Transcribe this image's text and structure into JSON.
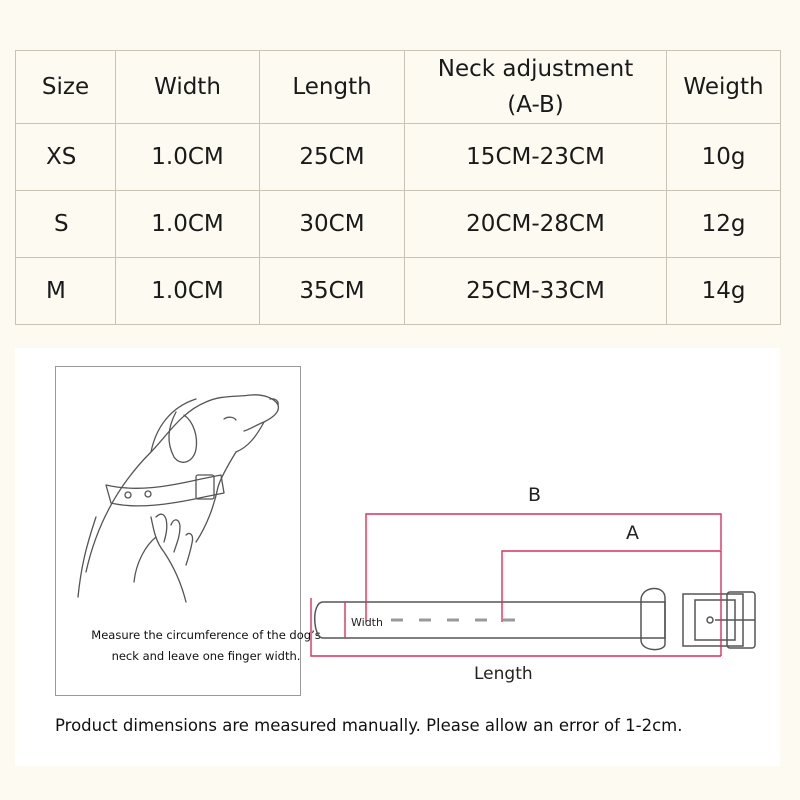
{
  "table": {
    "headers": {
      "size": "Size",
      "width": "Width",
      "length": "Length",
      "neck_line1": "Neck adjustment",
      "neck_line2": "(A-B)",
      "weight": "Weigth"
    },
    "rows": [
      {
        "size": "XS",
        "width": "1.0CM",
        "length": "25CM",
        "neck": "15CM-23CM",
        "weight": "10g"
      },
      {
        "size": "S",
        "width": "1.0CM",
        "length": "30CM",
        "neck": "20CM-28CM",
        "weight": "12g"
      },
      {
        "size": "M",
        "width": "1.0CM",
        "length": "35CM",
        "neck": "25CM-33CM",
        "weight": "14g"
      }
    ]
  },
  "diagram": {
    "note_line1": "Measure the circumference of the dog’s",
    "note_line2": "neck and leave one finger width.",
    "label_b": "B",
    "label_a": "A",
    "label_length": "Length",
    "label_width": "Width",
    "accent_color": "#d8315b"
  },
  "footnote": "Product dimensions are measured manually. Please allow an error of 1-2cm."
}
